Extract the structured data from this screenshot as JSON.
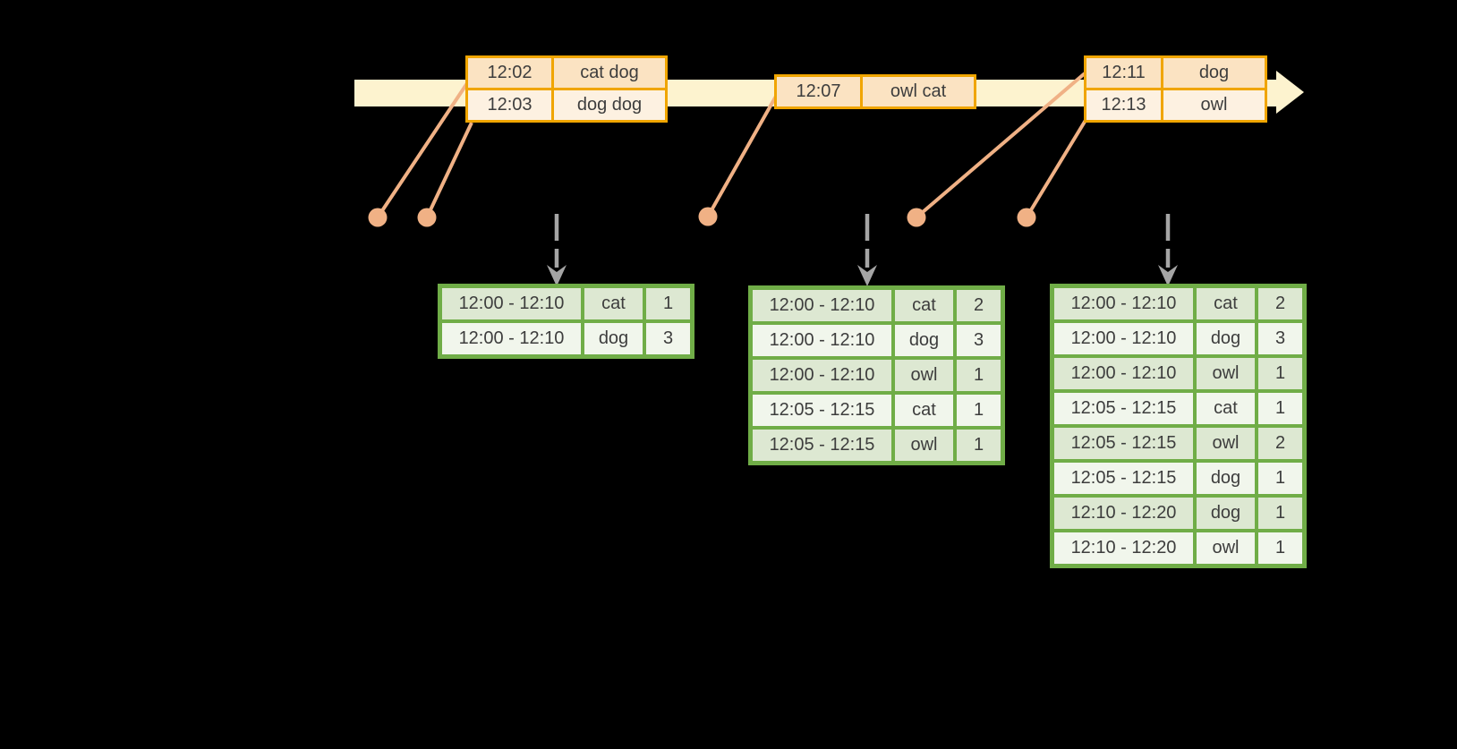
{
  "diagram": {
    "background_color": "#000000",
    "text_color": "#3d3d3d"
  },
  "timeline": {
    "shape": "right-arrow-band",
    "fill_color": "#fdf3cf"
  },
  "event_markers": {
    "dot_color": "#f0b185",
    "line_color": "#f0b185",
    "dot_count": 5
  },
  "trigger_arrows": {
    "color": "#a5a5a5",
    "style": "dashed-down-arrow",
    "count": 3
  },
  "event_tables": [
    {
      "border_color": "#f0a500",
      "rows": [
        {
          "time": "12:02",
          "words": "cat dog"
        },
        {
          "time": "12:03",
          "words": "dog dog"
        }
      ]
    },
    {
      "border_color": "#f0a500",
      "rows": [
        {
          "time": "12:07",
          "words": "owl cat"
        }
      ]
    },
    {
      "border_color": "#f0a500",
      "rows": [
        {
          "time": "12:11",
          "words": "dog"
        },
        {
          "time": "12:13",
          "words": "owl"
        }
      ]
    }
  ],
  "result_tables": [
    {
      "border_color": "#70ad47",
      "rows": [
        {
          "window": "12:00 - 12:10",
          "word": "cat",
          "count": 1
        },
        {
          "window": "12:00 - 12:10",
          "word": "dog",
          "count": 3
        }
      ]
    },
    {
      "border_color": "#70ad47",
      "rows": [
        {
          "window": "12:00 - 12:10",
          "word": "cat",
          "count": 2
        },
        {
          "window": "12:00 - 12:10",
          "word": "dog",
          "count": 3
        },
        {
          "window": "12:00 - 12:10",
          "word": "owl",
          "count": 1
        },
        {
          "window": "12:05 - 12:15",
          "word": "cat",
          "count": 1
        },
        {
          "window": "12:05 - 12:15",
          "word": "owl",
          "count": 1
        }
      ]
    },
    {
      "border_color": "#70ad47",
      "rows": [
        {
          "window": "12:00 - 12:10",
          "word": "cat",
          "count": 2
        },
        {
          "window": "12:00 - 12:10",
          "word": "dog",
          "count": 3
        },
        {
          "window": "12:00 - 12:10",
          "word": "owl",
          "count": 1
        },
        {
          "window": "12:05 - 12:15",
          "word": "cat",
          "count": 1
        },
        {
          "window": "12:05 - 12:15",
          "word": "owl",
          "count": 2
        },
        {
          "window": "12:05 - 12:15",
          "word": "dog",
          "count": 1
        },
        {
          "window": "12:10 - 12:20",
          "word": "dog",
          "count": 1
        },
        {
          "window": "12:10 - 12:20",
          "word": "owl",
          "count": 1
        }
      ]
    }
  ]
}
